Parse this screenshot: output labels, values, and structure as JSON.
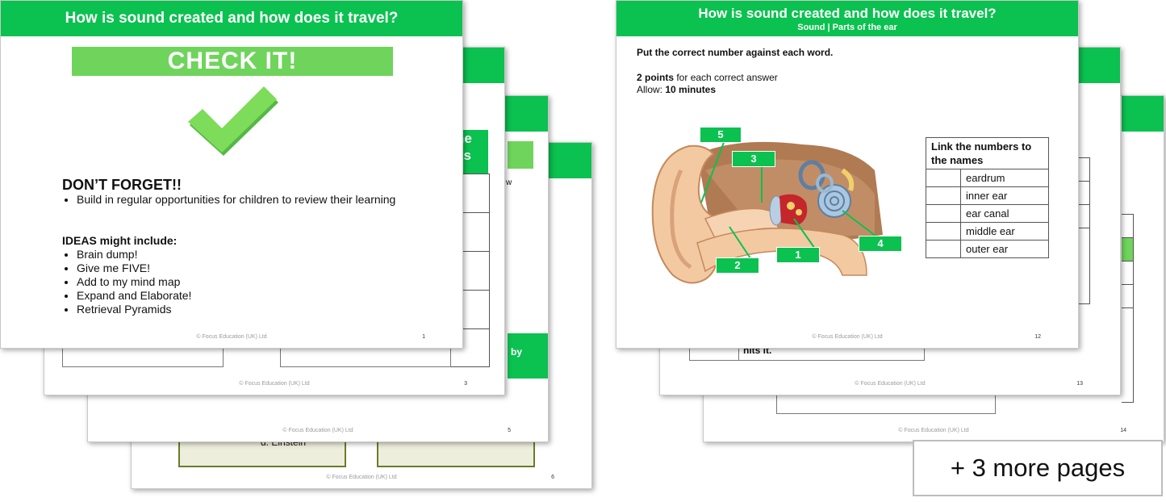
{
  "footer_text": "© Focus Education (UK) Ltd",
  "back_left": {
    "slide6": {
      "page": "6",
      "book_text": "d.  Einstein"
    },
    "slide5": {
      "page": "5",
      "side_text": "by",
      "w_text": "w"
    },
    "slide3": {
      "page": "3",
      "head_partial_1": "he",
      "head_partial_2": "ks"
    }
  },
  "front_left": {
    "title": "How is sound created and how does it travel?",
    "banner": "CHECK IT!",
    "dont_forget": "DON’T FORGET!!",
    "dont_forget_bullets": [
      "Build in regular opportunities for children to review their learning"
    ],
    "ideas_heading": "IDEAS might include:",
    "ideas": [
      "Brain dump!",
      "Give me FIVE!",
      "Add to my mind map",
      "Expand and Elaborate!",
      "Retrieval Pyramids"
    ],
    "page": "1"
  },
  "back_right": {
    "slide14": {
      "page": "14"
    },
    "slide13": {
      "page": "13",
      "cell_text": "hits it."
    }
  },
  "front_right": {
    "title": "How is sound created and how does it travel?",
    "subtitle": "Sound | Parts of the ear",
    "instruction": "Put the correct number against each word.",
    "points_bold": "2 points",
    "points_rest": " for each correct answer",
    "allow_label": "Allow: ",
    "allow_value": "10 minutes",
    "labels": [
      "5",
      "3",
      "4",
      "2",
      "1"
    ],
    "table_header": "Link the numbers to the names",
    "table_rows": [
      "eardrum",
      "inner ear",
      "ear canal",
      "middle ear",
      "outer ear"
    ],
    "page": "12"
  },
  "more_pages": "+ 3 more pages",
  "colors": {
    "green": "#0bc150",
    "light_green": "#6fd45c",
    "check_green": "#7ddc5a"
  }
}
